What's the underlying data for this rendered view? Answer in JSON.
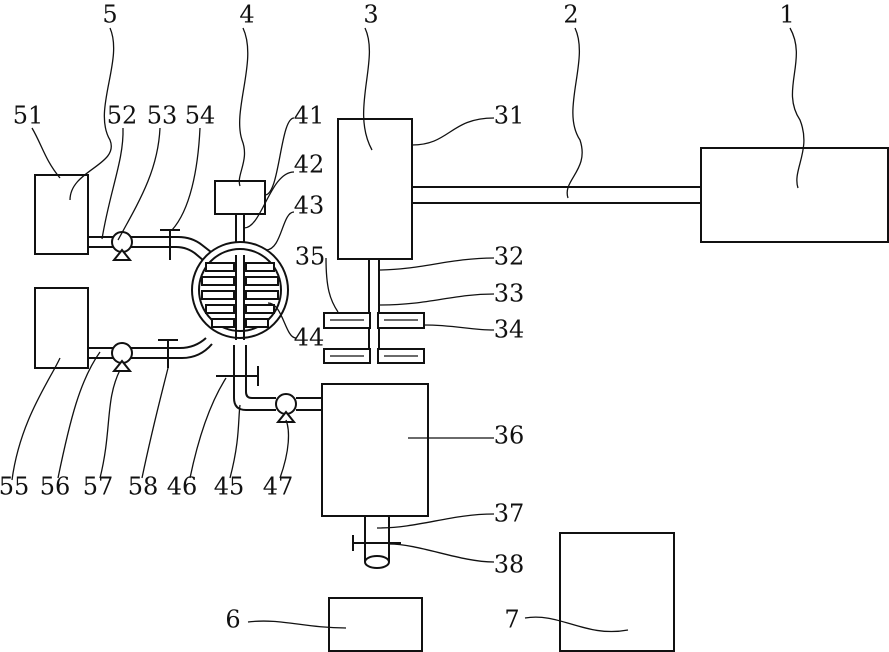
{
  "labels": {
    "l1": "1",
    "l2": "2",
    "l3": "3",
    "l4": "4",
    "l5": "5",
    "l6": "6",
    "l7": "7",
    "l31": "31",
    "l32": "32",
    "l33": "33",
    "l34": "34",
    "l35": "35",
    "l36": "36",
    "l37": "37",
    "l38": "38",
    "l41": "41",
    "l42": "42",
    "l43": "43",
    "l44": "44",
    "l45": "45",
    "l46": "46",
    "l47": "47",
    "l51": "51",
    "l52": "52",
    "l53": "53",
    "l54": "54",
    "l55": "55",
    "l56": "56",
    "l57": "57",
    "l58": "58"
  }
}
